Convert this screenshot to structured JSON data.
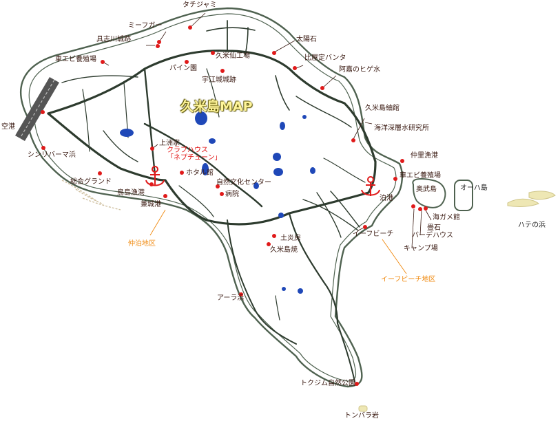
{
  "title": "久米島MAP",
  "colors": {
    "coast": "#4f6250",
    "road": "#2d3b2e",
    "pond": "#1f48b8",
    "islet": "#eee7b4",
    "dot": "#e01a1a",
    "accent_red": "#e01010",
    "accent_orange": "#f08a10"
  },
  "labels": {
    "tachijami": "タチジャミ",
    "mifuga": "ミーフガー",
    "gushikawa_castle": "具志川城跡",
    "taiyoseki": "太陽石",
    "kume_sengyo": "久米仙工場",
    "hiyajo_banta": "比屋定バンタ",
    "shrimp_farm_w": "車エビ養殖場",
    "pine_garden": "パイン園",
    "aka_hige": "阿嘉のヒゲ水",
    "uegusuku_castle": "宇江城城跡",
    "tsumugi": "久米島紬館",
    "deep_sea": "海洋深層水研究所",
    "airport": "空港",
    "kamisuga": "上洲家",
    "club_house": "クラブハウス",
    "neptune": "「ネプチューン」",
    "nakazato_port": "仲里漁港",
    "shinri_beach": "シンリバーマ浜",
    "hotaru": "ホタル館",
    "shrimp_farm_e": "車エビ養殖場",
    "sports_ground": "総合グランド",
    "nature_center": "自然文化センター",
    "ou_island": "オーハ島",
    "torishima_port": "鳥島漁港",
    "hospital": "病院",
    "ojima": "奥武島",
    "tomari_port": "泊港",
    "kaneshiro_port": "兼城港",
    "turtle_hall": "海ガメ館",
    "barbecue": "バーデハウス",
    "tatamiishi": "畳石",
    "hate_beach": "ハテの浜",
    "nakadomari_area": "仲泊地区",
    "eef_beach": "イーフビーチ",
    "camp_site": "キャンプ場",
    "doenbo": "土炎房",
    "kume_yaki": "久米島焼",
    "eef_area": "イーフビーチ地区",
    "aara_beach": "アーラ浜",
    "tokujimu_park": "トクジム自然公園",
    "tonbara_rock": "トンバラ岩"
  }
}
